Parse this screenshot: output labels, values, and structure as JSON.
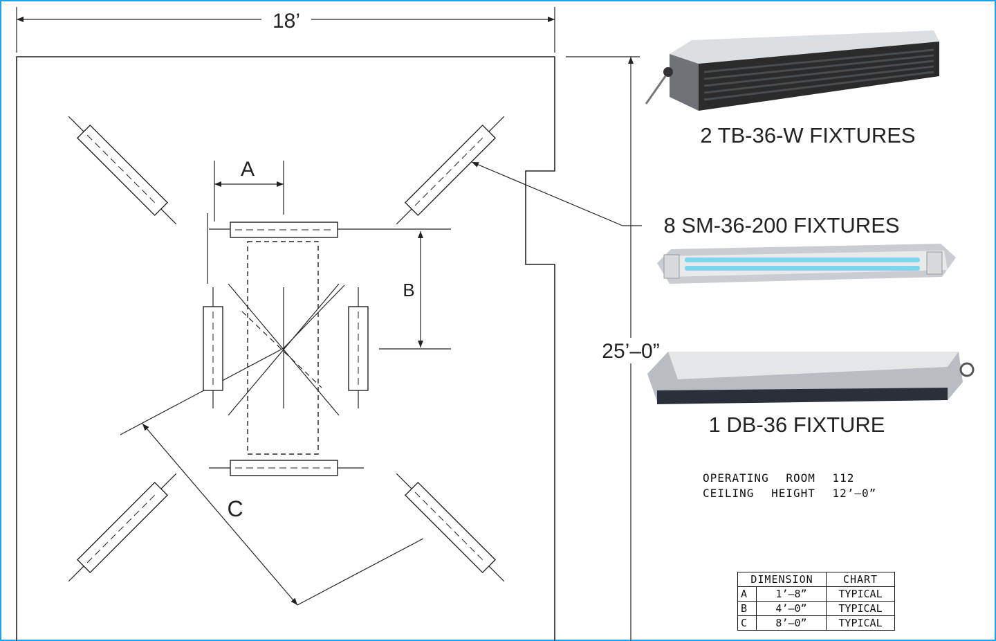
{
  "dimensions": {
    "width": "18’",
    "height": "25’–0”",
    "a": "A",
    "b": "B",
    "c": "C"
  },
  "fixtures": [
    {
      "label": "2 TB-36-W FIXTURES",
      "finish": "#2b2b2b"
    },
    {
      "label": "8 SM-36-200 FIXTURES",
      "lamp_color": "#7fd4ee"
    },
    {
      "label": "1 DB-36 FIXTURE",
      "finish": "#b9bcc0"
    }
  ],
  "room": {
    "name_label": "OPERATING",
    "name_word": "ROOM",
    "number": "112",
    "ceiling_label": "CEILING",
    "ceiling_word": "HEIGHT",
    "ceiling_value": "12’–0”"
  },
  "dimension_chart": {
    "title_left": "DIMENSION",
    "title_right": "CHART",
    "rows": [
      {
        "letter": "A",
        "value": "1’–8”",
        "note": "TYPICAL"
      },
      {
        "letter": "B",
        "value": "4’–0”",
        "note": "TYPICAL"
      },
      {
        "letter": "C",
        "value": "8’–0”",
        "note": "TYPICAL"
      }
    ]
  },
  "colors": {
    "frame_border": "#1aa3e8",
    "line": "#222222"
  }
}
